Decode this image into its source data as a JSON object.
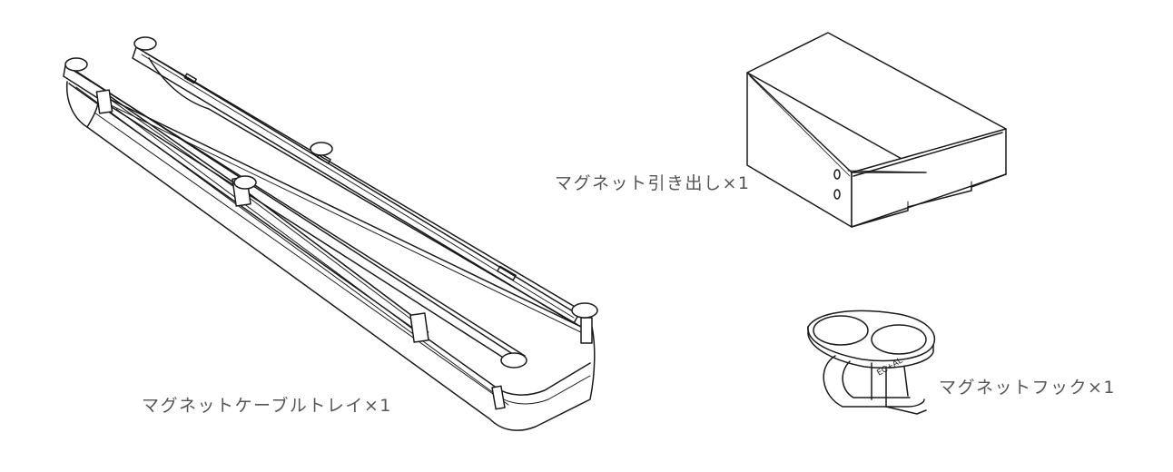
{
  "labels": {
    "cable_tray": "マグネットケーブルトレイ×1",
    "drawer": "マグネット引き出し×1",
    "hook": "マグネットフック×1"
  },
  "hook_logo": "EC+AL",
  "colors": {
    "line": "#1a1a1a",
    "label": "#555555",
    "background": "#ffffff"
  }
}
